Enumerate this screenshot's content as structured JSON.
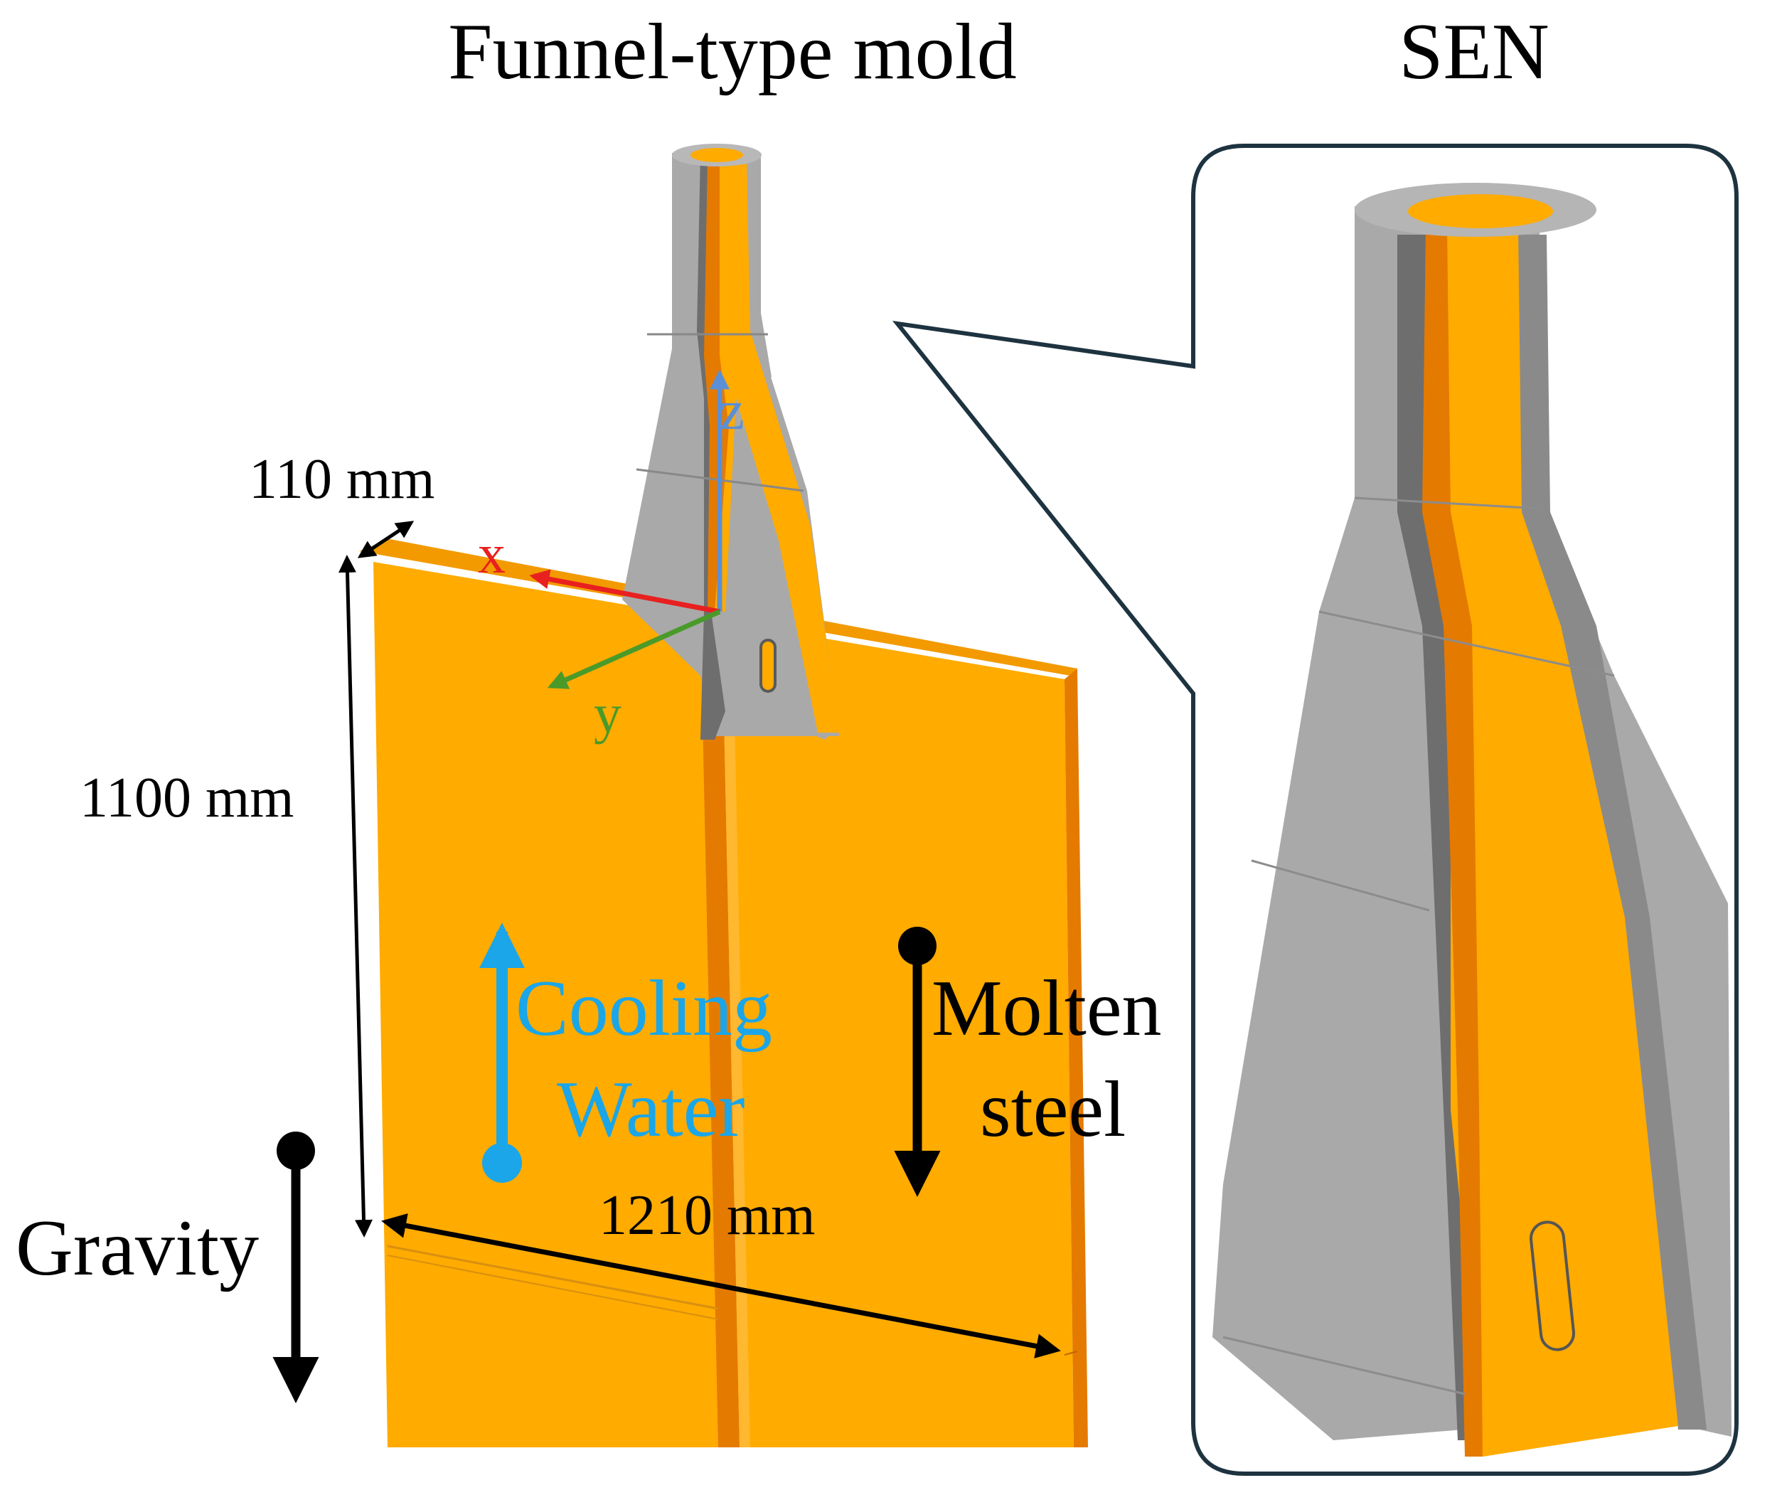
{
  "titles": {
    "left": "Funnel-type mold",
    "right": "SEN"
  },
  "axes": {
    "x": "x",
    "y": "y",
    "z": "z"
  },
  "dimensions": {
    "thickness": "110 mm",
    "height": "1100 mm",
    "width": "1210 mm"
  },
  "flows": {
    "cooling_line1": "Cooling",
    "cooling_line2": "Water",
    "molten_line1": "Molten",
    "molten_line2": "steel",
    "gravity": "Gravity"
  },
  "colors": {
    "mold_front": "#FFAB00",
    "mold_side": "#E57A00",
    "sen_gray": "#A9A9A9",
    "sen_dark": "#6E6E6E",
    "cooling": "#1AA6E8",
    "x_axis": "#E82020",
    "y_axis": "#4A9A2A",
    "z_axis": "#5B8FD6",
    "callout": "#1E3340"
  }
}
